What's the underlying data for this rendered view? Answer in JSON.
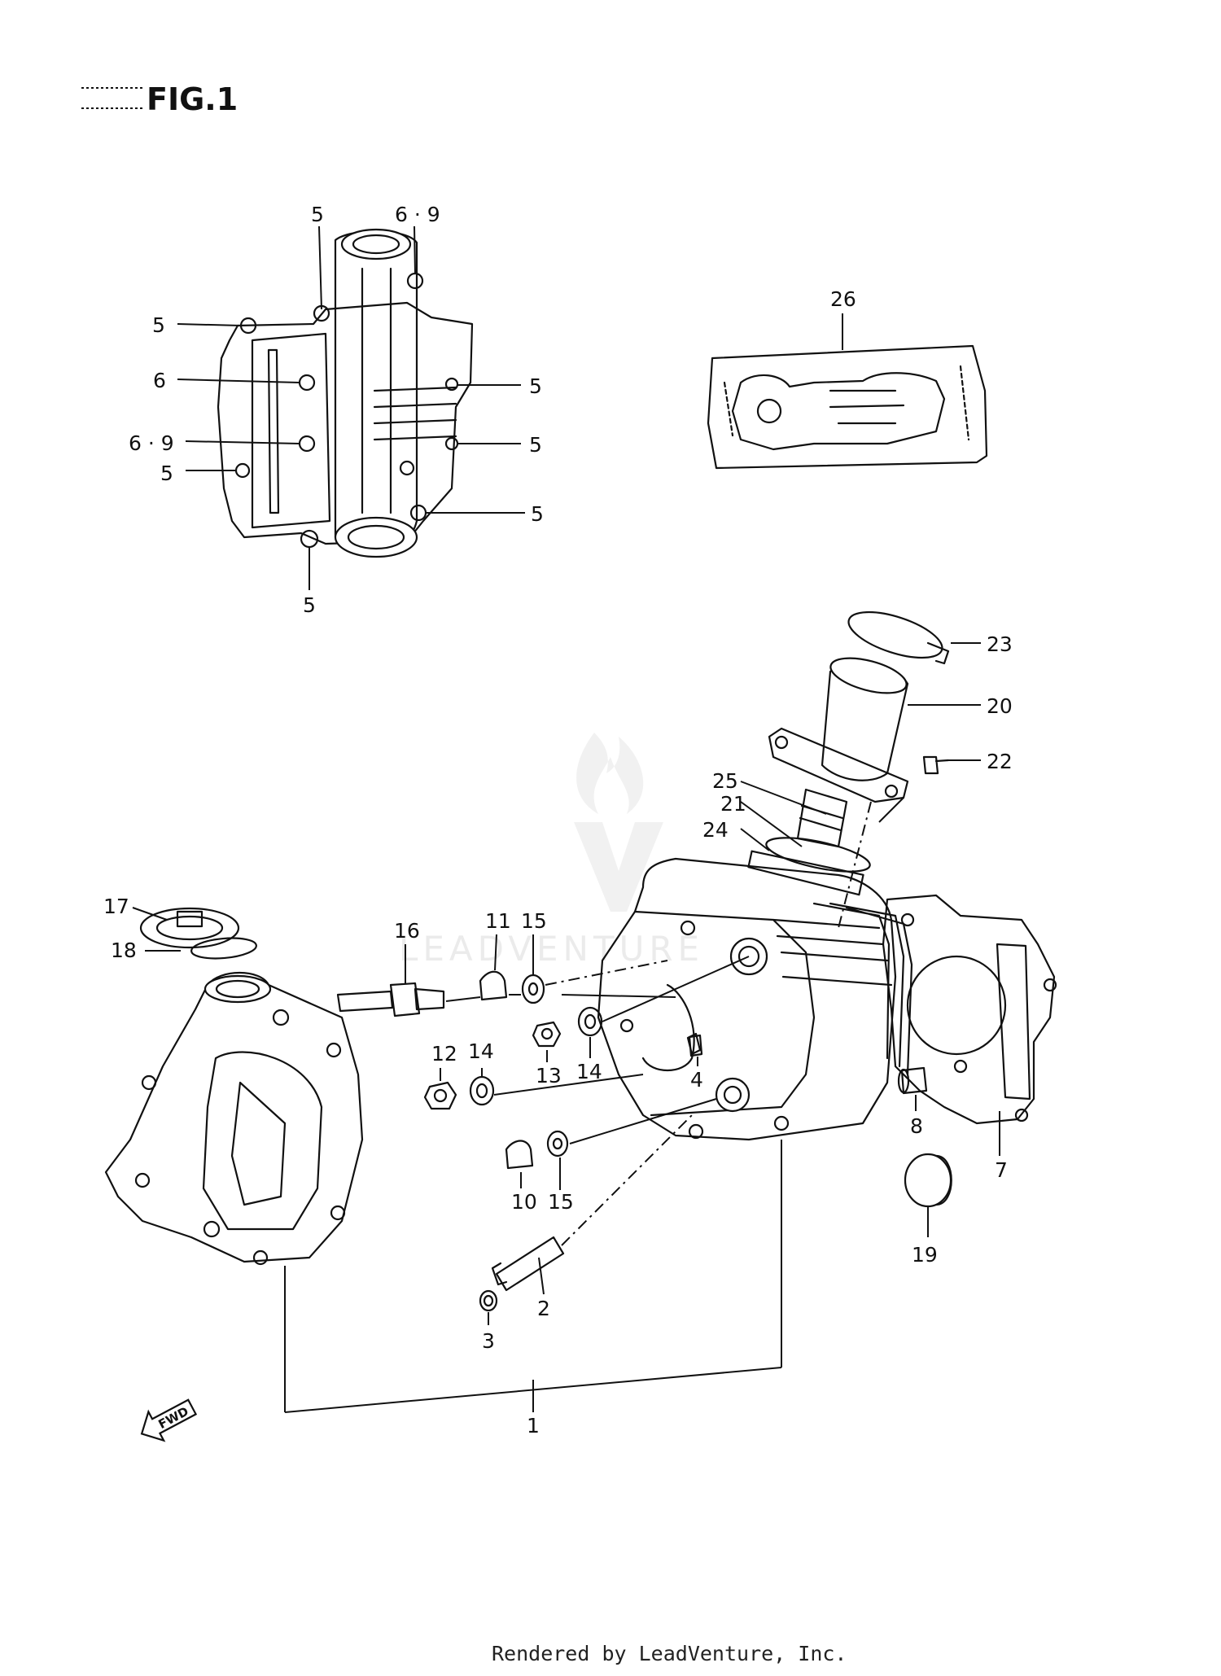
{
  "figure": {
    "title": "FIG.1"
  },
  "labels": {
    "cover_top_5": "5",
    "cover_top_69": "6 · 9",
    "cover_left_5a": "5",
    "cover_left_6": "6",
    "cover_left_69": "6 · 9",
    "cover_left_5b": "5",
    "cover_right_5a": "5",
    "cover_right_5b": "5",
    "cover_right_5c": "5",
    "cover_bottom_5": "5",
    "gasket_set": "26",
    "clamp": "23",
    "intake_pipe": "20",
    "screw": "22",
    "insulator": "25",
    "oring_21": "21",
    "gasket_24": "24",
    "cap_17": "17",
    "oring_18": "18",
    "spark_plug": "16",
    "nut_11": "11",
    "washer_15a": "15",
    "nut_13": "13",
    "washer_14a": "14",
    "dowel_4": "4",
    "nut_12": "12",
    "washer_14b": "14",
    "nut_10": "10",
    "washer_15b": "15",
    "dowel_8": "8",
    "head_gasket": "7",
    "plug_19": "19",
    "guide_2": "2",
    "seal_3": "3",
    "assembly_1": "1"
  },
  "direction_arrow": "FWD",
  "watermark": "LEADVENTURE",
  "footer": "Rendered by LeadVenture, Inc."
}
